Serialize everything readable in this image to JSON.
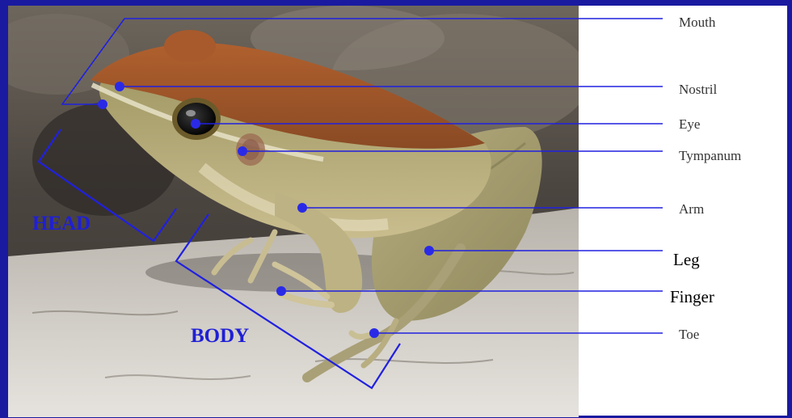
{
  "labels": {
    "mouth": "Mouth",
    "nostril": "Nostril",
    "eye": "Eye",
    "tympanum": "Tympanum",
    "arm": "Arm",
    "leg": "Leg",
    "finger": "Finger",
    "toe": "Toe"
  },
  "regions": {
    "head": "HEAD",
    "body": "BODY"
  },
  "colors": {
    "border": "#1a1aa0",
    "line": "#2020e0",
    "region_text": "#1f1fd6",
    "skin_back": "#a0552a",
    "skin_side": "#b9aa78"
  }
}
